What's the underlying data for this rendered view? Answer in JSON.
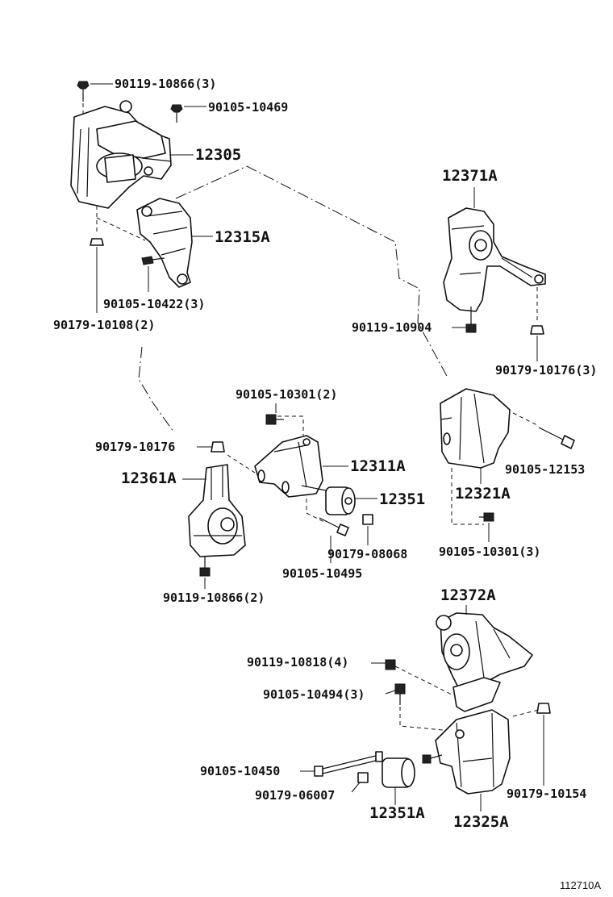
{
  "labels": {
    "p90119_10866_3": "90119-10866(3)",
    "p90105_10469": "90105-10469",
    "p12305": "12305",
    "p12315A": "12315A",
    "p90105_10422_3": "90105-10422(3)",
    "p90179_10108_2": "90179-10108(2)",
    "p12371A": "12371A",
    "p90119_10904": "90119-10904",
    "p90179_10176_3": "90179-10176(3)",
    "p90105_10301_2": "90105-10301(2)",
    "p90179_10176": "90179-10176",
    "p12311A": "12311A",
    "p12361A": "12361A",
    "p12351": "12351",
    "p90179_08068": "90179-08068",
    "p90105_10495": "90105-10495",
    "p90119_10866_2": "90119-10866(2)",
    "p90105_12153": "90105-12153",
    "p12321A": "12321A",
    "p90105_10301_3": "90105-10301(3)",
    "p12372A": "12372A",
    "p90119_10818_4": "90119-10818(4)",
    "p90105_10494_3": "90105-10494(3)",
    "p90105_10450": "90105-10450",
    "p90179_06007": "90179-06007",
    "p12351A": "12351A",
    "p12325A": "12325A",
    "p90179_10154": "90179-10154"
  },
  "figure_ref": "112710A"
}
